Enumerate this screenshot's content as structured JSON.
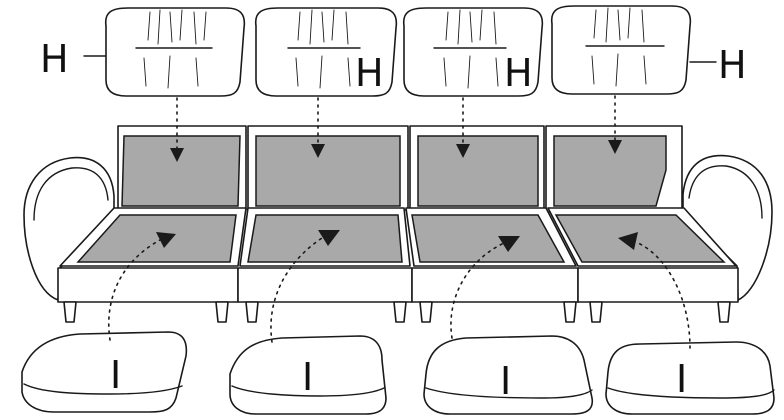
{
  "diagram": {
    "back_cushion_label": "H",
    "seat_cushion_label": "I",
    "colors": {
      "outline": "#1a1a1a",
      "slot_fill": "#a9a9a9",
      "background": "#ffffff"
    },
    "back_cushions": [
      {
        "label": "H"
      },
      {
        "label": "H"
      },
      {
        "label": "H"
      },
      {
        "label": "H"
      }
    ],
    "seat_cushions": [
      {
        "label": "I"
      },
      {
        "label": "I"
      },
      {
        "label": "I"
      },
      {
        "label": "I"
      }
    ]
  }
}
